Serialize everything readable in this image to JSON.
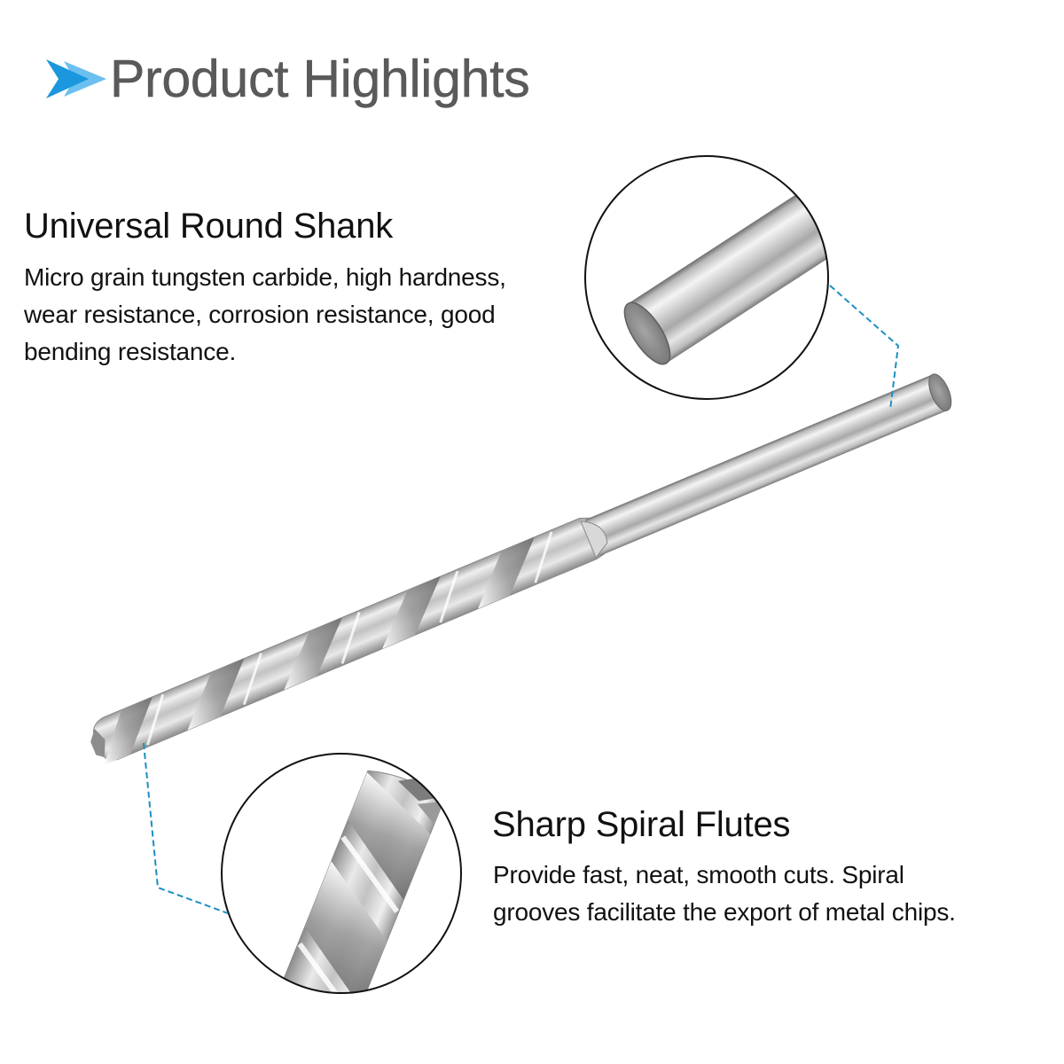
{
  "header": {
    "icon": "double-arrow-right-icon",
    "title": "Product Highlights",
    "colors": {
      "arrow_front": "#1b97dd",
      "arrow_back": "#6cc0ef",
      "title": "#5a5a5a"
    }
  },
  "features": [
    {
      "title": "Universal Round Shank",
      "description_lines": [
        "Micro grain tungsten carbide, high hardness,",
        "wear resistance, corrosion resistance, good",
        "bending resistance."
      ],
      "detail_image": "round-shank-closeup"
    },
    {
      "title": "Sharp Spiral Flutes",
      "description_lines": [
        "Provide fast, neat, smooth cuts. Spiral",
        "grooves facilitate the export of metal chips."
      ],
      "detail_image": "spiral-flutes-tip-closeup"
    }
  ],
  "product_image": "twist-drill-bit",
  "callout_color": "#1a8fc4"
}
